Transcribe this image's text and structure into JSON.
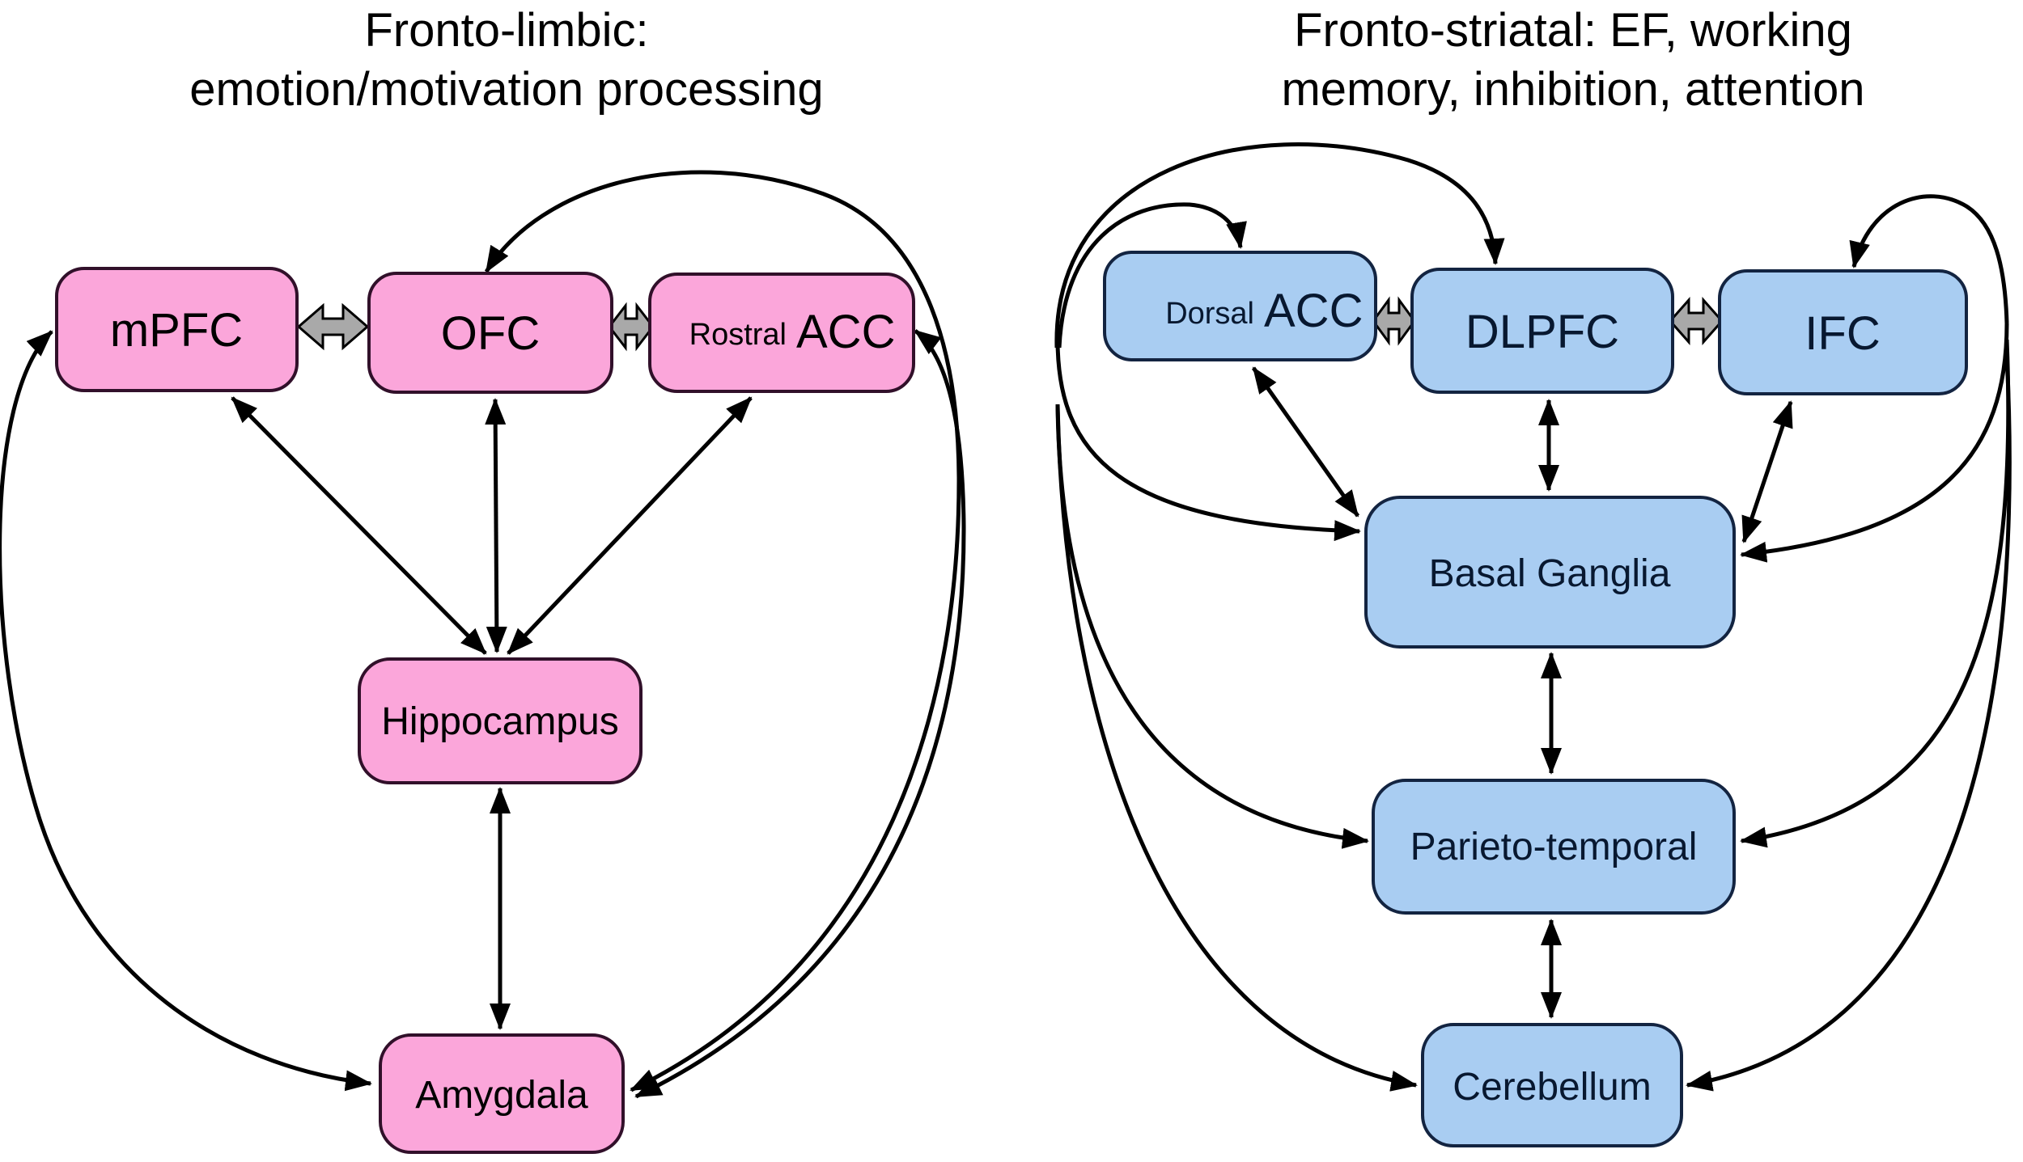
{
  "figure": {
    "type": "brain-network-diagram",
    "panels": 2
  },
  "colors": {
    "background": "#ffffff",
    "pink_fill": "#fba6da",
    "pink_border": "#31102a",
    "pink_text": "#000000",
    "blue_fill": "#a9cdf2",
    "blue_border": "#132441",
    "blue_text": "#081830",
    "connector_gray": "#a9a9a9",
    "arrow_black": "#000000",
    "title_color": "#000000"
  },
  "left_panel": {
    "title_line1": "Fronto-limbic:",
    "title_line2": "emotion/motivation processing",
    "nodes": {
      "mpfc": {
        "label": "mPFC"
      },
      "ofc": {
        "label": "OFC"
      },
      "rostral_acc": {
        "prefix": "Rostral",
        "label": "ACC"
      },
      "hippocampus": {
        "label": "Hippocampus"
      },
      "amygdala": {
        "label": "Amygdala"
      }
    },
    "edges": [
      {
        "from": "mPFC",
        "to": "OFC",
        "type": "thick-gray",
        "bidirectional": true
      },
      {
        "from": "OFC",
        "to": "Rostral ACC",
        "type": "thick-gray",
        "bidirectional": true
      },
      {
        "from": "mPFC",
        "to": "Hippocampus",
        "type": "thin",
        "bidirectional": true
      },
      {
        "from": "OFC",
        "to": "Hippocampus",
        "type": "thin",
        "bidirectional": true
      },
      {
        "from": "Rostral ACC",
        "to": "Hippocampus",
        "type": "thin",
        "bidirectional": true
      },
      {
        "from": "Hippocampus",
        "to": "Amygdala",
        "type": "thin",
        "bidirectional": true
      },
      {
        "from": "mPFC",
        "to": "Amygdala",
        "type": "curved-left-loop",
        "bidirectional": true
      },
      {
        "from": "OFC",
        "to": "Amygdala",
        "type": "curved-right-loop",
        "bidirectional": true
      },
      {
        "from": "Rostral ACC",
        "to": "Amygdala",
        "type": "curved-right-loop",
        "bidirectional": true
      }
    ]
  },
  "right_panel": {
    "title_line1": "Fronto-striatal: EF, working",
    "title_line2": "memory, inhibition, attention",
    "nodes": {
      "dorsal_acc": {
        "prefix": "Dorsal",
        "label": "ACC"
      },
      "dlpfc": {
        "label": "DLPFC"
      },
      "ifc": {
        "label": "IFC"
      },
      "basal_ganglia": {
        "label": "Basal Ganglia"
      },
      "parieto_temporal": {
        "label": "Parieto-temporal"
      },
      "cerebellum": {
        "label": "Cerebellum"
      }
    },
    "edges": [
      {
        "from": "Dorsal ACC",
        "to": "DLPFC",
        "type": "thick-gray",
        "bidirectional": true
      },
      {
        "from": "DLPFC",
        "to": "IFC",
        "type": "thick-gray",
        "bidirectional": true
      },
      {
        "from": "Dorsal ACC",
        "to": "Basal Ganglia",
        "type": "thin",
        "bidirectional": true
      },
      {
        "from": "DLPFC",
        "to": "Basal Ganglia",
        "type": "thin",
        "bidirectional": true
      },
      {
        "from": "IFC",
        "to": "Basal Ganglia",
        "type": "thin",
        "bidirectional": true
      },
      {
        "from": "Basal Ganglia",
        "to": "Parieto-temporal",
        "type": "thin",
        "bidirectional": true
      },
      {
        "from": "Parieto-temporal",
        "to": "Cerebellum",
        "type": "thin",
        "bidirectional": true
      },
      {
        "from": "left-loop-trunk",
        "to": "Dorsal ACC",
        "type": "curved",
        "bidirectional": false
      },
      {
        "from": "left-loop-trunk",
        "to": "DLPFC",
        "type": "curved",
        "bidirectional": false
      },
      {
        "from": "left-loop-trunk",
        "to": "Basal Ganglia",
        "type": "curved",
        "bidirectional": false
      },
      {
        "from": "left-loop-trunk",
        "to": "Parieto-temporal",
        "type": "curved",
        "bidirectional": false
      },
      {
        "from": "left-loop-trunk",
        "to": "Cerebellum",
        "type": "curved",
        "bidirectional": false
      },
      {
        "from": "IFC",
        "to": "right-loop-trunk",
        "type": "curved",
        "bidirectional": false
      },
      {
        "from": "right-loop-trunk",
        "to": "Basal Ganglia",
        "type": "curved",
        "bidirectional": false
      },
      {
        "from": "right-loop-trunk",
        "to": "Parieto-temporal",
        "type": "curved",
        "bidirectional": false
      },
      {
        "from": "right-loop-trunk",
        "to": "Cerebellum",
        "type": "curved",
        "bidirectional": false
      }
    ]
  }
}
